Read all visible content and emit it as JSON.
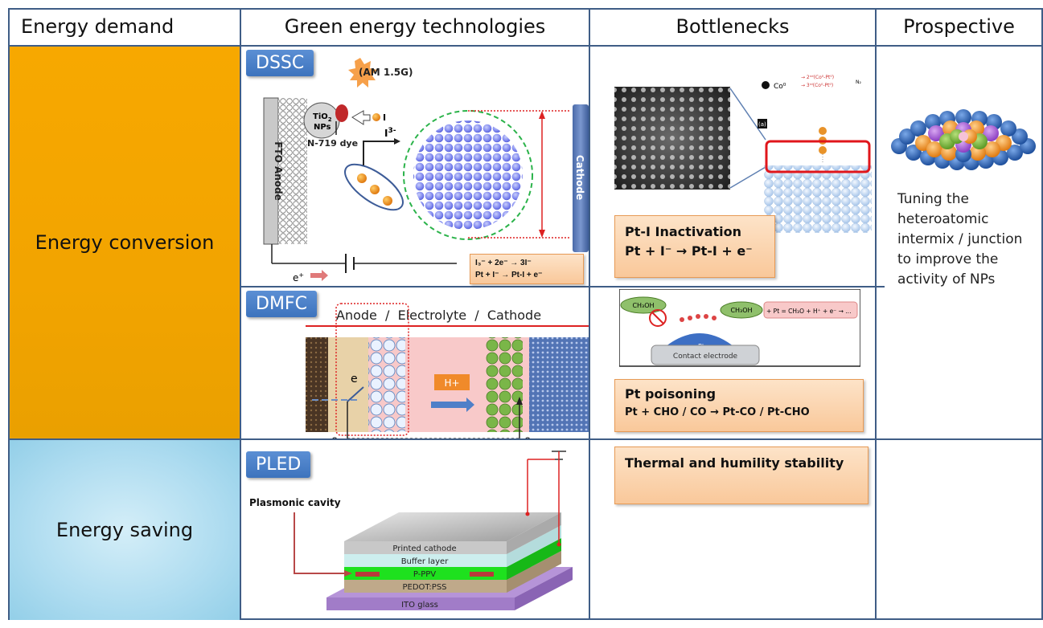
{
  "headers": {
    "demand": "Energy demand",
    "tech": "Green energy technologies",
    "bottlenecks": "Bottlenecks",
    "prospective": "Prospective"
  },
  "rows": {
    "conversion": "Energy conversion",
    "saving": "Energy saving"
  },
  "dssc": {
    "tag": "DSSC",
    "light": "(AM 1.5G)",
    "tio2": "TiO",
    "tio2_sub": "2",
    "nps": "NPs",
    "iodide": "I",
    "dye": "N-719 dye",
    "anode": "FTO Anode",
    "cathode": "Cathode",
    "triiodide": "I",
    "triiodide_sup": "3-",
    "electron": "e",
    "electron_sup": "+",
    "eq1": "I₃⁻ + 2e⁻ → 3I⁻",
    "eq2": "Pt + I⁻ → Pt-I + e⁻"
  },
  "dssc_bottleneck": {
    "legend1": "Co⁰",
    "legend2": "→ 2ⁿᵈ(Co⁰-Pt⁰)",
    "legend3": "→ 3ʳᵈ(Co⁰-Pt⁰)",
    "legend4": "N₂",
    "inset_label": "(a)",
    "title": "Pt-I Inactivation",
    "eq": "Pt + I⁻ → Pt-I + e⁻"
  },
  "dmfc": {
    "tag": "DMFC",
    "header": "Anode  /  Electrolyte  /  Cathode",
    "proton": "H+",
    "e_left": "e",
    "e_bottom_left": "e",
    "e_bottom_right": "e"
  },
  "dmfc_bottleneck": {
    "ch3oh_left": "CH₃OH",
    "ch3oh_right": "CH₃OH",
    "reaction": "+ Pt = CH₃O + H⁺ + e⁻ → ...",
    "pt": "Pt",
    "contact": "Contact electrode",
    "title": "Pt poisoning",
    "eq": "Pt + CHO / CO → Pt-CO / Pt-CHO"
  },
  "pled": {
    "tag": "PLED",
    "plasmonic": "Plasmonic cavity",
    "layers": [
      "Printed cathode",
      "Buffer layer",
      "P-PPV",
      "PEDOT:PSS",
      "ITO glass"
    ]
  },
  "pled_bottleneck": {
    "title": "Thermal and humility stability"
  },
  "prospective_text": "Tuning the heteroatomic intermix / junction to improve the activity of NPs",
  "colors": {
    "border": "#3f5d86",
    "conversion": "#f7a800",
    "saving": "#aedcf0",
    "tag": "#3d73bd",
    "box": "#f9c89a"
  }
}
